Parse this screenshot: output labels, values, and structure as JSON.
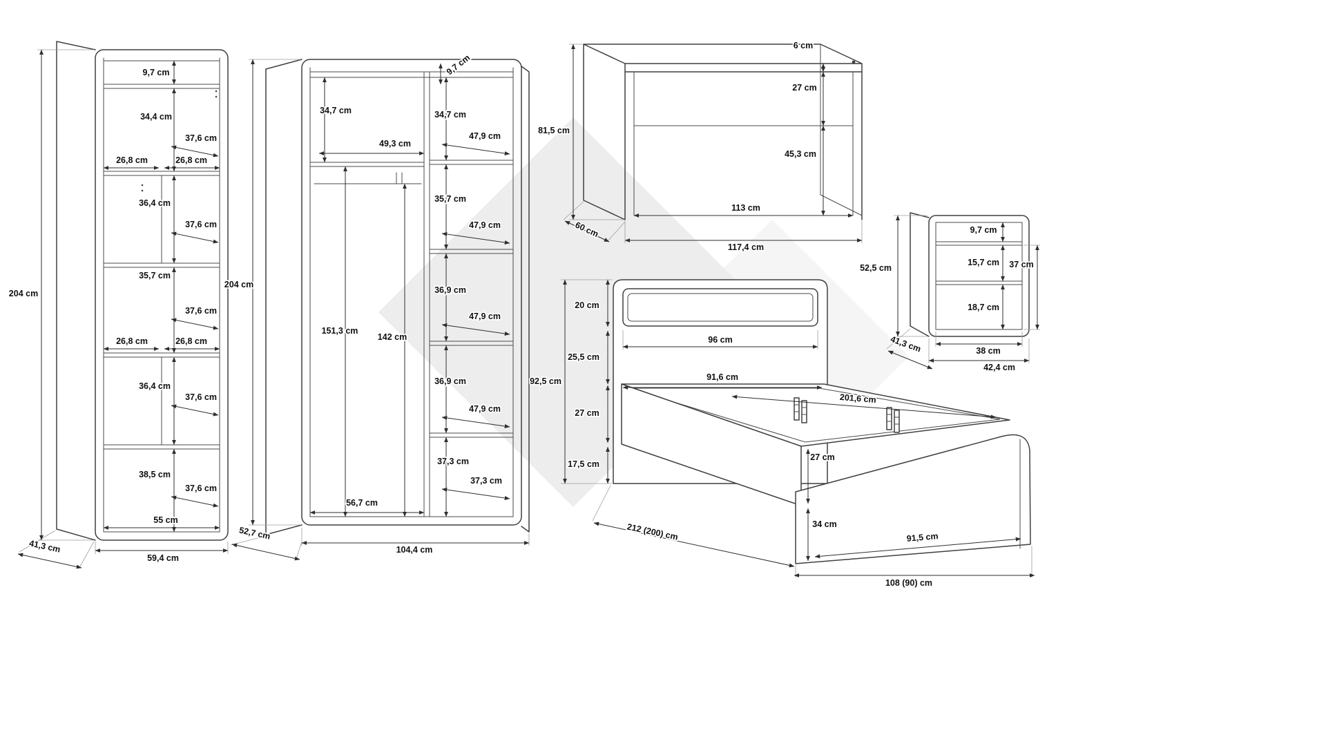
{
  "meta": {
    "background": "#ffffff",
    "line_color": "#3f3f3f",
    "dimension_color": "#2e2e2e",
    "watermark_color_1": "#ededed",
    "watermark_color_2": "#f5f5f5",
    "unit": "cm"
  },
  "shelf": {
    "total_height": "204 cm",
    "depth": "41,3 cm",
    "inner_width": "55 cm",
    "total_width": "59,4 cm",
    "top_section": "9,7 cm",
    "s1": "34,4 cm",
    "s2": "36,4 cm",
    "s3": "35,7 cm",
    "s4": "36,4 cm",
    "s5": "38,5 cm",
    "shelf_depth1": "37,6 cm",
    "shelf_depth2": "37,6 cm",
    "shelf_depth3": "37,6 cm",
    "shelf_depth4": "37,6 cm",
    "shelf_depth5": "37,6 cm",
    "half1a": "26,8 cm",
    "half1b": "26,8 cm",
    "half2a": "26,8 cm",
    "half2b": "26,8 cm"
  },
  "wardrobe": {
    "total_height": "204 cm",
    "depth": "52,7 cm",
    "total_width": "104,4 cm",
    "top_section": "9,7 cm",
    "left_top": "34,7 cm",
    "rod_width": "49,3 cm",
    "left_height": "151,3 cm",
    "rod_height": "142 cm",
    "left_width": "56,7 cm",
    "r1": "34,7 cm",
    "r2": "35,7 cm",
    "r3": "36,9 cm",
    "r4": "36,9 cm",
    "r5": "37,3 cm",
    "rd1": "47,9 cm",
    "rd2": "47,9 cm",
    "rd3": "47,9 cm",
    "rd4": "47,9 cm",
    "right_width": "37,3 cm"
  },
  "desk": {
    "height": "81,5 cm",
    "top_thickness": "6 cm",
    "apron_height": "27 cm",
    "clearance": "45,3 cm",
    "inner_width": "113 cm",
    "total_width": "117,4 cm",
    "depth": "60 cm"
  },
  "nightstand": {
    "height": "52,5 cm",
    "top_section": "9,7 cm",
    "s1": "15,7 cm",
    "s2": "18,7 cm",
    "inner_height": "37 cm",
    "depth": "41,3 cm",
    "inner_width": "38 cm",
    "total_width": "42,4 cm"
  },
  "bed": {
    "headboard_height": "92,5 cm",
    "h1": "20 cm",
    "h2": "25,5 cm",
    "h3": "27 cm",
    "h4": "17,5 cm",
    "headboard_width": "96 cm",
    "inner_width": "91,6 cm",
    "inner_length": "201,6 cm",
    "rail_height": "27 cm",
    "footboard_height": "34 cm",
    "footboard_inner_width": "91,5 cm",
    "total_length": "212 (200) cm",
    "total_width": "108 (90) cm"
  }
}
